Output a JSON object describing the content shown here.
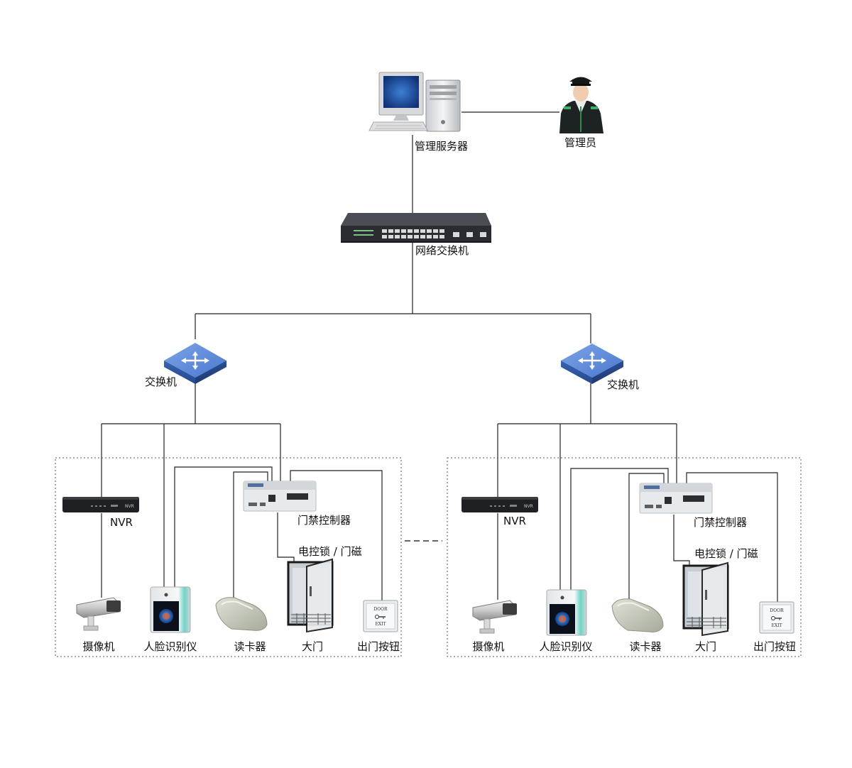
{
  "server": {
    "label": "管理服务器"
  },
  "admin": {
    "label": "管理员"
  },
  "core_switch": {
    "label": "网络交换机"
  },
  "switch_label": "交换机",
  "site": {
    "nvr": "NVR",
    "nvr_brand": "NVR",
    "controller": "门禁控制器",
    "lock": "电控锁 / 门磁",
    "camera": "摄像机",
    "face": "人脸识别仪",
    "reader": "读卡器",
    "gate": "大门",
    "exit_button": "出门按钮",
    "exit_plate_top": "DOOR",
    "exit_plate_bottom": "EXIT"
  },
  "colors": {
    "line": "#222222",
    "switch_blue": "#3a66b8",
    "device_dark": "#2c2c2e",
    "panel_light": "#e9ecef"
  }
}
